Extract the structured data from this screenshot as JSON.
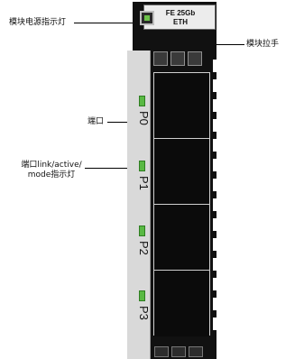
{
  "labels": {
    "power_led": "模块电源指示灯",
    "handle": "模块拉手",
    "port": "端口",
    "port_led_line1": "端口link/active/",
    "port_led_line2": "mode指示灯"
  },
  "module": {
    "title_line1": "FE 25Gb",
    "title_line2": "ETH",
    "ports": [
      "P0",
      "P1",
      "P2",
      "P3"
    ]
  },
  "colors": {
    "led_green": "#59b944",
    "panel": "#111111",
    "plate": "#d9d9d9"
  }
}
